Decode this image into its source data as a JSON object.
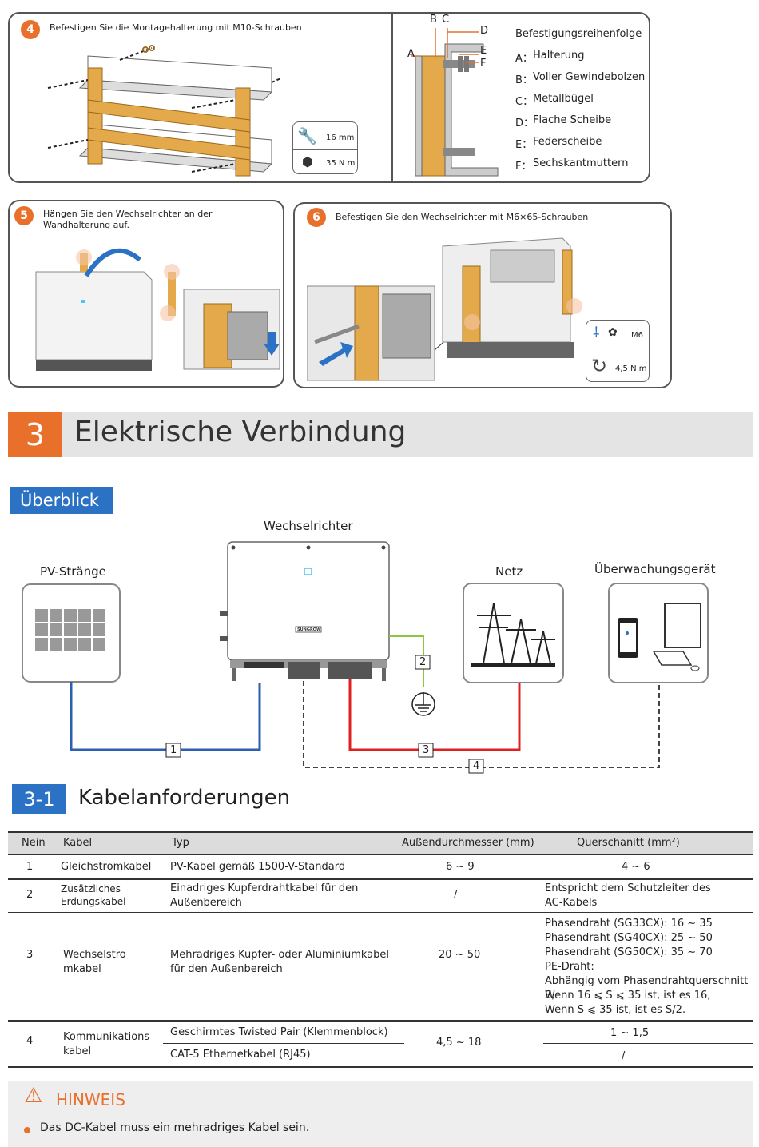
{
  "steps": {
    "s4": {
      "num": "4",
      "text": "Befestigen Sie die Montagehalterung mit M10-Schrauben",
      "tool_size": "16 mm",
      "torque": "35 N m"
    },
    "s4b": {
      "title": "Befestigungsreihenfolge",
      "letters": [
        "B",
        "C",
        "D",
        "A",
        "E",
        "F"
      ],
      "items": [
        {
          "key": "A：",
          "value": "Halterung"
        },
        {
          "key": "B：",
          "value": "Voller Gewindebolzen"
        },
        {
          "key": "C：",
          "value": "Metallbügel"
        },
        {
          "key": "D：",
          "value": "Flache Scheibe"
        },
        {
          "key": "E：",
          "value": "Federscheibe"
        },
        {
          "key": "F：",
          "value": "Sechskantmuttern"
        }
      ]
    },
    "s5": {
      "num": "5",
      "text": "Hängen Sie den Wechselrichter an der Wandhalterung auf."
    },
    "s6": {
      "num": "6",
      "text": "Befestigen Sie den Wechselrichter mit M6×65-Schrauben",
      "screw": "M6",
      "torque": "4,5 N m"
    }
  },
  "section": {
    "number": "3",
    "title": "Elektrische Verbindung"
  },
  "overview": {
    "heading": "Überblick",
    "labels": {
      "inverter": "Wechselrichter",
      "pv": "PV-Stränge",
      "grid": "Netz",
      "monitor": "Überwachungsgerät"
    },
    "brand": "SUNGROW",
    "cable_tags": [
      "1",
      "2",
      "3",
      "4"
    ]
  },
  "subsection": {
    "number": "3-1",
    "title": "Kabelanforderungen"
  },
  "table": {
    "headers": [
      "Nein",
      "Kabel",
      "Typ",
      "Außendurchmesser (mm)",
      "Querschanitt (mm²)"
    ],
    "rows": [
      {
        "no": "1",
        "cable": "Gleichstromkabel",
        "type": "PV-Kabel gemäß 1500-V-Standard",
        "diameter": "6 ~ 9",
        "section": "4 ~ 6"
      },
      {
        "no": "2",
        "cable": "Zusätzliches Erdungskabel",
        "type": "Einadriges Kupferdrahtkabel für den Außenbereich",
        "diameter": "/",
        "section": "Entspricht dem Schutzleiter des AC-Kabels"
      },
      {
        "no": "3",
        "cable": "Wechselstromkabel",
        "type": "Mehradriges Kupfer- oder Aluminiumkabel für den Außenbereich",
        "diameter": "20 ~ 50",
        "section_lines": [
          "Phasendraht (SG33CX): 16 ~ 35",
          "Phasendraht (SG40CX): 25 ~ 50",
          "Phasendraht (SG50CX): 35 ~ 70",
          "PE-Draht:",
          "Abhängig vom Phasendrahtquerschnitt S,",
          "Wenn 16 ⩽ S ⩽ 35 ist, ist es 16,",
          "Wenn S ⩽ 35 ist, ist es S/2."
        ]
      },
      {
        "no": "4",
        "cable": "Kommunikationskabel",
        "type_a": "Geschirmtes Twisted Pair (Klemmenblock)",
        "type_b": "CAT-5 Ethernetkabel (RJ45)",
        "diameter": "4,5 ~ 18",
        "section_a": "1 ~ 1,5",
        "section_b": "/"
      }
    ]
  },
  "note": {
    "title": "HINWEIS",
    "text": "Das DC-Kabel muss ein mehradriges Kabel sein."
  },
  "colors": {
    "accent": "#e8702a",
    "blue": "#2b72c4",
    "wood": "#e3a94a",
    "dc": "#2b5fb3",
    "ac": "#e02020",
    "pe": "#8cc63f"
  }
}
